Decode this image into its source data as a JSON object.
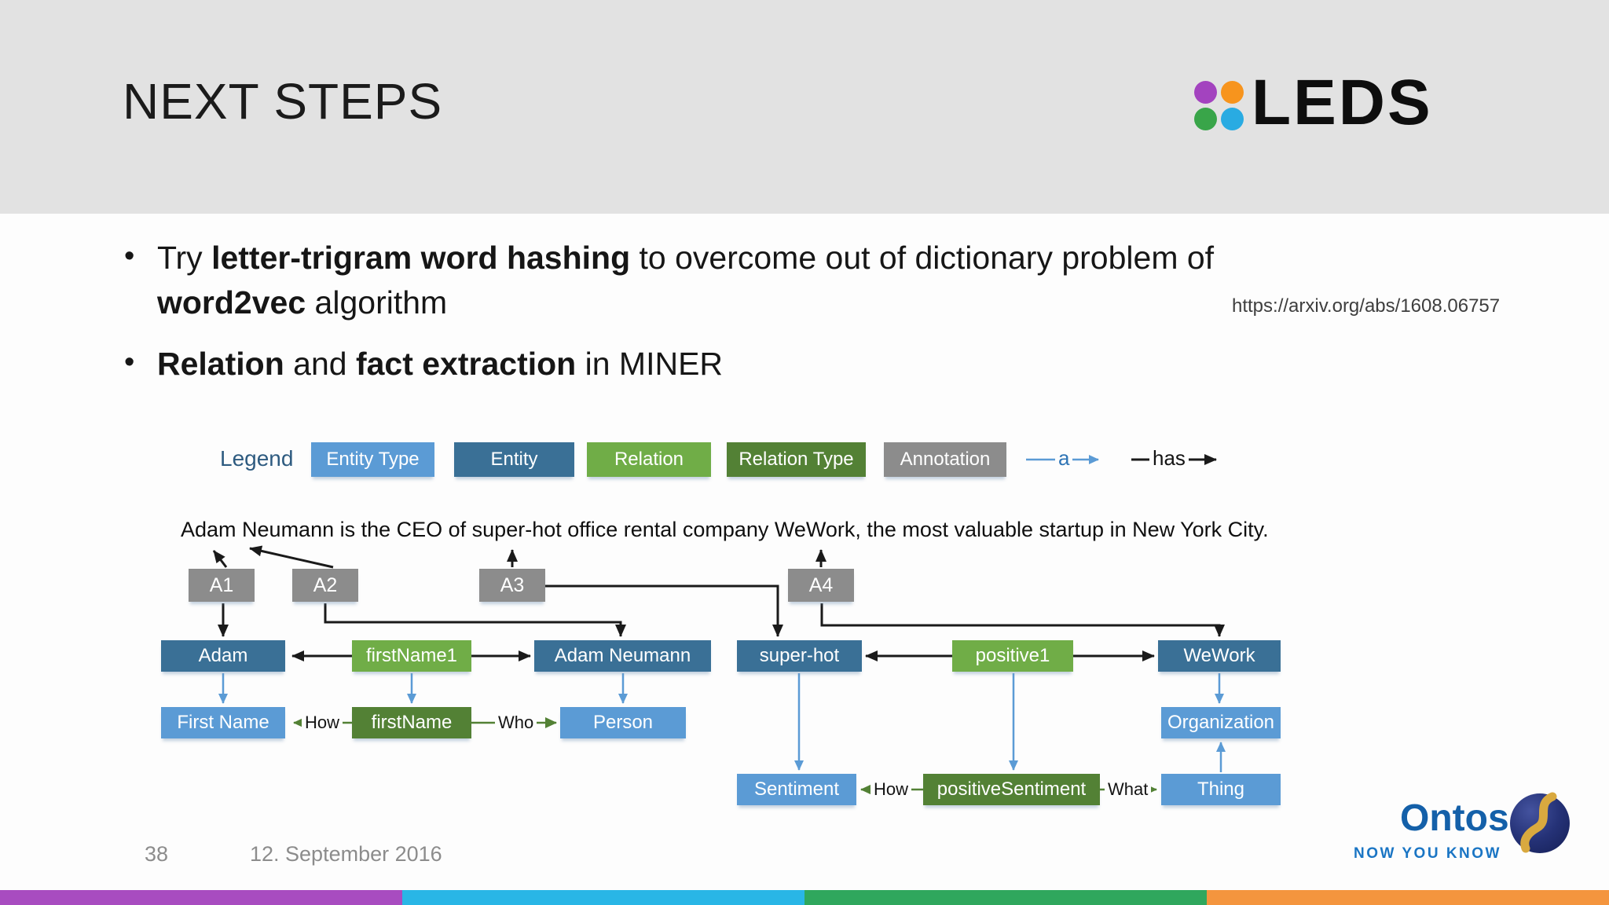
{
  "header": {
    "title": "NEXT STEPS",
    "logo_text": "LEDS"
  },
  "bullets": {
    "b1_seg1": "Try ",
    "b1_bold1": "letter-trigram word hashing",
    "b1_seg2": " to overcome out of dictionary problem of",
    "b1_bold2": "word2vec",
    "b1_seg3": " algorithm",
    "b1_url": "https://arxiv.org/abs/1608.06757",
    "b2_bold1": "Relation",
    "b2_seg1": " and ",
    "b2_bold2": "fact extraction",
    "b2_seg2": " in MINER"
  },
  "legend": {
    "title": "Legend",
    "entity_type": "Entity Type",
    "entity": "Entity",
    "relation": "Relation",
    "relation_type": "Relation Type",
    "annotation": "Annotation",
    "a_label": "a",
    "has_label": "has"
  },
  "diagram": {
    "sentence": "Adam Neumann is the CEO of super-hot office rental company WeWork, the most valuable startup in New York City.",
    "annotations": {
      "a1": "A1",
      "a2": "A2",
      "a3": "A3",
      "a4": "A4"
    },
    "entities": {
      "adam": "Adam",
      "firstname1": "firstName1",
      "adam_neumann": "Adam Neumann",
      "superhot": "super-hot",
      "positive1": "positive1",
      "wework": "WeWork"
    },
    "relations": {
      "firstname": "firstName",
      "positivesentiment": "positiveSentiment"
    },
    "types": {
      "first_name": "First Name",
      "person": "Person",
      "sentiment": "Sentiment",
      "organization": "Organization",
      "thing": "Thing"
    },
    "edge_labels": {
      "how_left": "How",
      "who": "Who",
      "how_right": "How",
      "what": "What"
    }
  },
  "footer": {
    "page_number": "38",
    "date": "12. September 2016",
    "brand": "Ontos",
    "tagline": "NOW YOU KNOW"
  },
  "colors": {
    "entity_type_blue": "#5B9BD5",
    "entity_blue": "#3A7096",
    "relation_green": "#70AD47",
    "relation_type_green": "#538135",
    "annotation_gray": "#8C8C8C",
    "a_arrow_blue": "#5B9BD5",
    "has_arrow_black": "#1A1A1A",
    "header_band_gray": "#E2E2E2",
    "leds_dot_purple": "#A343BF",
    "leds_dot_orange": "#F7941D",
    "leds_dot_green": "#39A549",
    "leds_dot_blue": "#29ABE2",
    "ontos_blue": "#1460A9",
    "stripe_purple": "#A84CC0",
    "stripe_cyan": "#29B6E6",
    "stripe_green": "#2FA75D",
    "stripe_orange": "#F4953E"
  }
}
